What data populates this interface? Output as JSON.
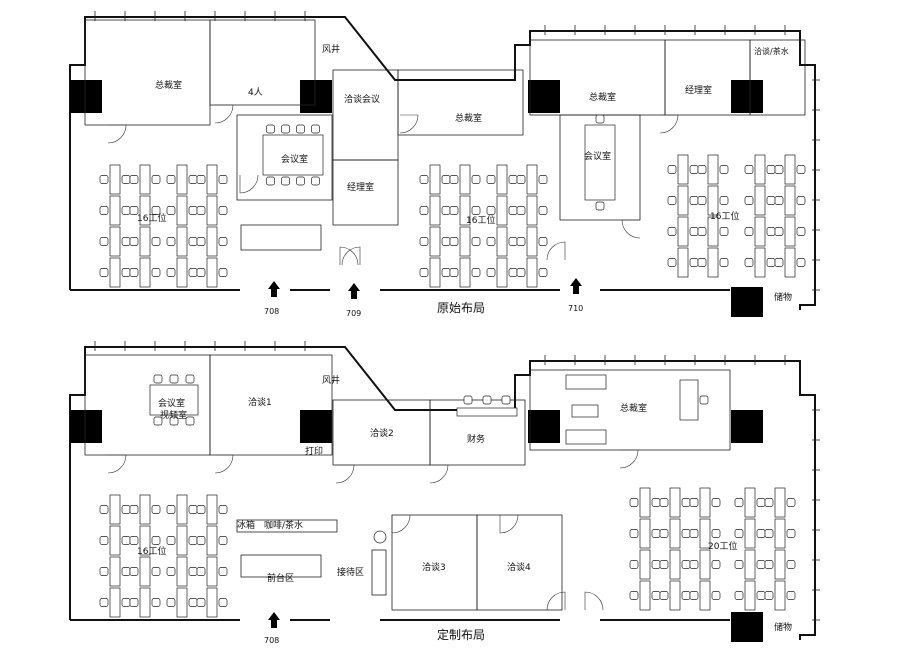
{
  "plans": [
    {
      "caption": "原始布局",
      "rooms": [
        "总裁室",
        "4人",
        "风井",
        "洽谈会议",
        "总裁室",
        "总裁室",
        "经理室",
        "洽谈/茶水",
        "会议室",
        "经理室",
        "会议室",
        "16工位",
        "16工位",
        "16工位",
        "储物"
      ],
      "entrances": [
        "708",
        "709",
        "710"
      ]
    },
    {
      "caption": "定制布局",
      "rooms": [
        "会议室",
        "视频室",
        "洽谈1",
        "风井",
        "打印",
        "洽谈2",
        "财务",
        "总裁室",
        "冰箱",
        "咖啡/茶水",
        "前台区",
        "16工位",
        "接待区",
        "洽谈3",
        "洽谈4",
        "20工位",
        "储物"
      ],
      "entrances": [
        "708"
      ]
    }
  ]
}
